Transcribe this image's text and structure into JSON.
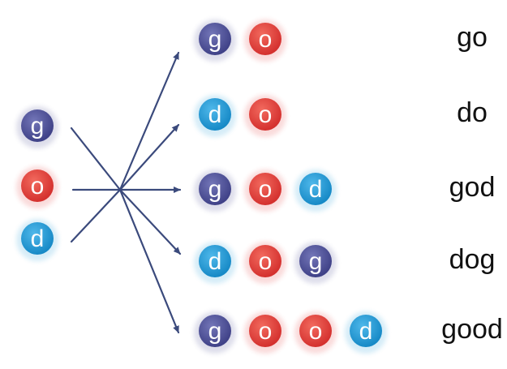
{
  "colors": {
    "g": "#4a4c92",
    "o": "#e23a3a",
    "d": "#1c9ad6",
    "arrow": "#3b4a7c",
    "text": "#111111"
  },
  "source_letters": [
    {
      "letter": "g",
      "color_key": "g"
    },
    {
      "letter": "o",
      "color_key": "o"
    },
    {
      "letter": "d",
      "color_key": "d"
    }
  ],
  "combinations": [
    {
      "letters": [
        "g",
        "o"
      ],
      "word": "go"
    },
    {
      "letters": [
        "d",
        "o"
      ],
      "word": "do"
    },
    {
      "letters": [
        "g",
        "o",
        "d"
      ],
      "word": "god"
    },
    {
      "letters": [
        "d",
        "o",
        "g"
      ],
      "word": "dog"
    },
    {
      "letters": [
        "g",
        "o",
        "o",
        "d"
      ],
      "word": "good"
    }
  ]
}
